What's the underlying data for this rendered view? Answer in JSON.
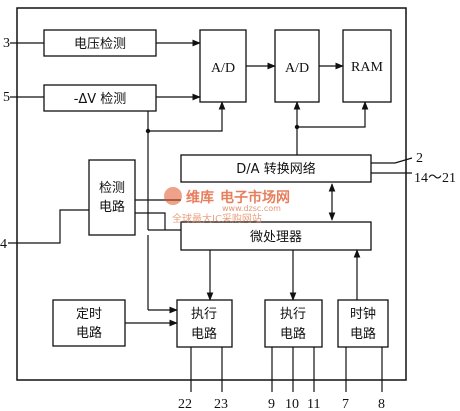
{
  "blocks": {
    "voltage_detect": "电压检测",
    "dv_detect": "-ΔV 检测",
    "ad1": "A/D",
    "ad2": "A/D",
    "ram": "RAM",
    "da_network": "D/A 转换网络",
    "detect_circuit": [
      "检测",
      "电路"
    ],
    "microprocessor": "微处理器",
    "timer_circuit": [
      "定时",
      "电路"
    ],
    "exec_circuit_1": [
      "执行",
      "电路"
    ],
    "exec_circuit_2": [
      "执行",
      "电路"
    ],
    "clock_circuit": [
      "时钟",
      "电路"
    ]
  },
  "pins": {
    "p3": "3",
    "p5": "5",
    "p4": "4",
    "p2": "2",
    "p14_21": "14～21",
    "p22": "22",
    "p23": "23",
    "p9": "9",
    "p10": "10",
    "p11": "11",
    "p7": "7",
    "p8": "8"
  },
  "watermark": {
    "brand": "维库",
    "site": "电子市场网",
    "url": "www.dzsc.com",
    "slogan": "全球最大IC采购网站"
  }
}
